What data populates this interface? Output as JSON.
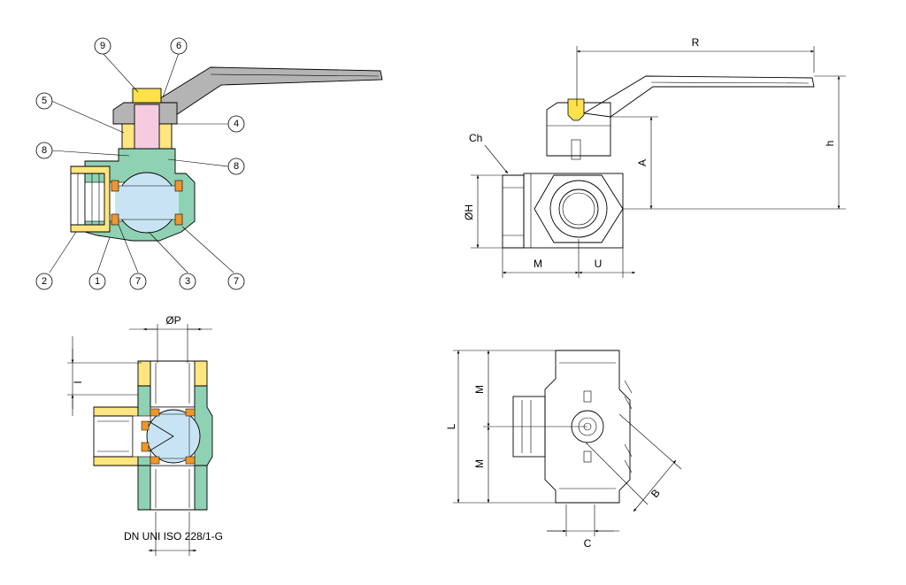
{
  "colors": {
    "brass": "#ffe680",
    "body_green": "#8fd1b3",
    "ball_blue": "#c8e4f4",
    "seal_orange": "#f0962c",
    "stem_pink": "#f6cbe0",
    "handle_grey": "#b4b4b4",
    "stem_yellow": "#ffe24a",
    "outline": "#000000"
  },
  "section_view": {
    "callouts": [
      "9",
      "6",
      "5",
      "4",
      "8",
      "8",
      "2",
      "1",
      "7",
      "3",
      "7"
    ]
  },
  "side_view": {
    "labels": {
      "R": "R",
      "h": "h",
      "A": "A",
      "Ch": "Ch",
      "H": "ØH",
      "M": "M",
      "U": "U"
    }
  },
  "tee_section": {
    "labels": {
      "P": "ØP",
      "I": "I",
      "standard": "DN UNI ISO 228/1-G"
    }
  },
  "top_view": {
    "labels": {
      "L": "L",
      "M_top": "M",
      "M_bottom": "M",
      "B": "B",
      "C": "C"
    }
  }
}
